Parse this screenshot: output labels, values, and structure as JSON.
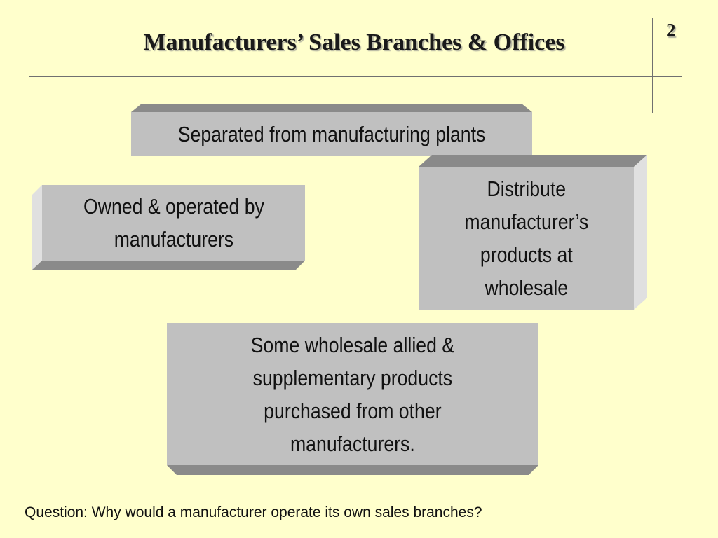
{
  "slide": {
    "title": "Manufacturers’ Sales Branches & Offices",
    "number": "2",
    "question": "Question: Why would a manufacturer operate its own sales branches?"
  },
  "boxes": {
    "separated": "Separated from manufacturing plants",
    "owned": "Owned & operated by\nmanufacturers",
    "distribute": "Distribute\nmanufacturer’s\nproducts at\nwholesale",
    "wholesale": "Some wholesale allied &\nsupplementary products\npurchased from other\nmanufacturers."
  },
  "colors": {
    "background": "#ffffcc",
    "box_face": "#c0c0c0",
    "bevel_dark": "#8a8a8a",
    "bevel_mid": "#a6a6a6",
    "bevel_light": "#e0e0e0"
  }
}
